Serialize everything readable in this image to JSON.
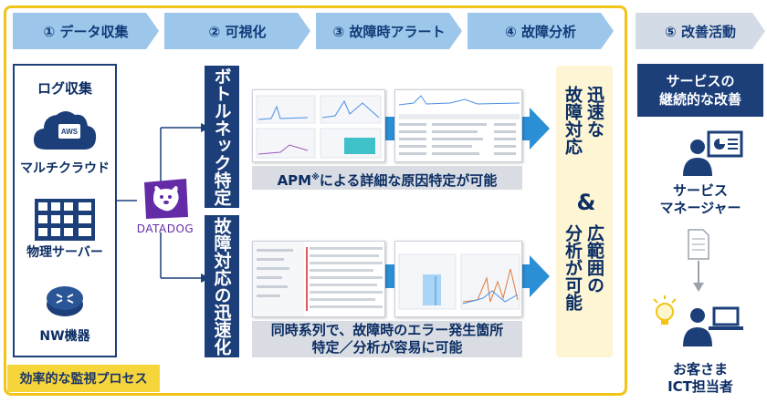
{
  "steps": [
    {
      "label": "① データ収集"
    },
    {
      "label": "② 可視化"
    },
    {
      "label": "③ 故障時アラート"
    },
    {
      "label": "④ 故障分析"
    },
    {
      "label": "⑤ 改善活動"
    }
  ],
  "sources": {
    "log": "ログ収集",
    "cloud_badge": "AWS",
    "cloud": "マルチクラウド",
    "server": "物理サーバー",
    "network": "NW機器"
  },
  "datadog": "DATADOG",
  "bottleneck": {
    "title": "ボトルネック特定",
    "caption_prefix": "APM",
    "caption_mark": "※",
    "caption_suffix": "による詳細な原因特定が可能"
  },
  "speedup": {
    "title": "故障対応の迅速化",
    "caption_line1": "同時系列で、故障時のエラー発生箇所",
    "caption_line2": "特定／分析が容易に可能"
  },
  "outcomes": {
    "left_line1": "迅速な",
    "left_line2": "故障対応",
    "amp": "&",
    "right_line1": "広範囲の",
    "right_line2": "分析が可能"
  },
  "process_label": "効率的な監視プロセス",
  "improvement": {
    "title_line1": "サービスの",
    "title_line2": "継続的な改善",
    "manager_line1": "サービス",
    "manager_line2": "マネージャー",
    "ict_line1": "お客さま",
    "ict_line2": "ICT担当者"
  },
  "colors": {
    "navy": "#1c3f7a",
    "step_blue": "#9cc6ea",
    "step_gray": "#d3dce6",
    "frame_yellow": "#f2c417",
    "arrow_blue": "#2b8fd6",
    "datadog_purple": "#632ca6"
  }
}
